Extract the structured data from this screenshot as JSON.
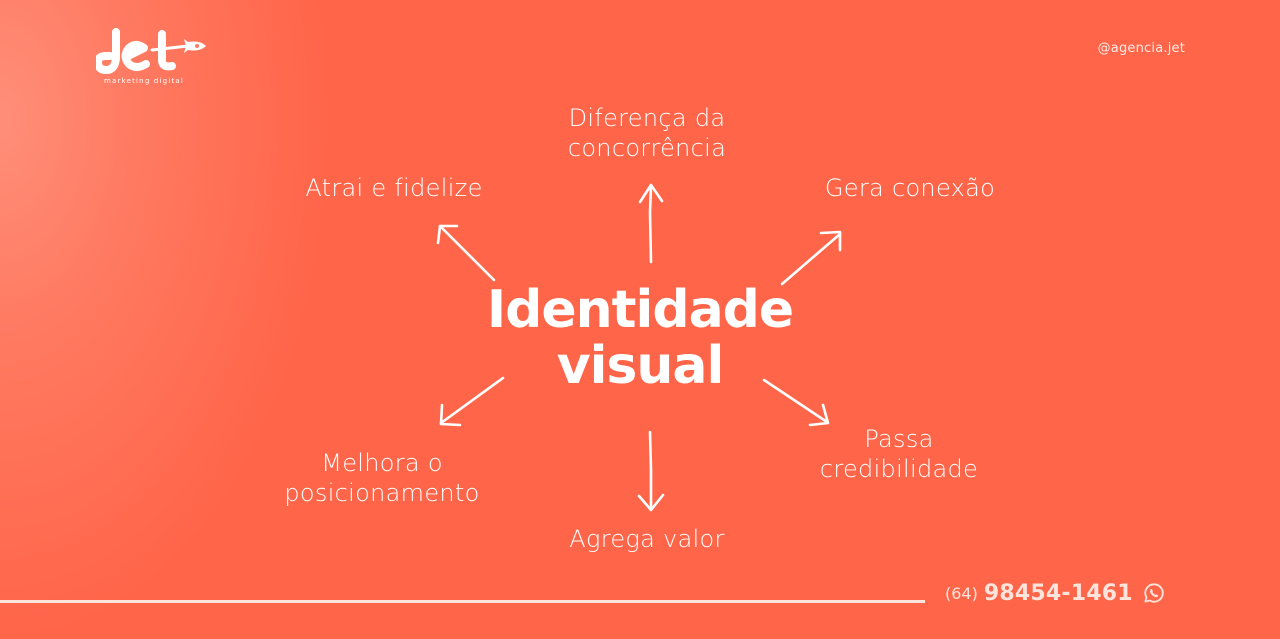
{
  "brand": {
    "logo_text": "Jet",
    "tagline": "marketing digital",
    "handle": "@agencia.jet",
    "colors": {
      "background": "#ff6549",
      "highlight": "#ff8f7a",
      "text": "#ffffff",
      "footer_line": "#ffe4dc"
    }
  },
  "diagram": {
    "title_line1": "Identidade",
    "title_line2": "visual",
    "nodes": [
      {
        "id": "diferenca",
        "line1": "Diferença da",
        "line2": "concorrência",
        "direction": "up"
      },
      {
        "id": "atrai",
        "line1": "Atrai e fidelize",
        "direction": "up-left"
      },
      {
        "id": "gera",
        "line1": "Gera conexão",
        "direction": "up-right"
      },
      {
        "id": "melhora",
        "line1": "Melhora o",
        "line2": "posicionamento",
        "direction": "down-left"
      },
      {
        "id": "passa",
        "line1": "Passa",
        "line2": "credibilidade",
        "direction": "down-right"
      },
      {
        "id": "agrega",
        "line1": "Agrega valor",
        "direction": "down"
      }
    ]
  },
  "footer": {
    "phone_ddd": "(64)",
    "phone_number": "98454-1461",
    "icon": "whatsapp-icon"
  }
}
